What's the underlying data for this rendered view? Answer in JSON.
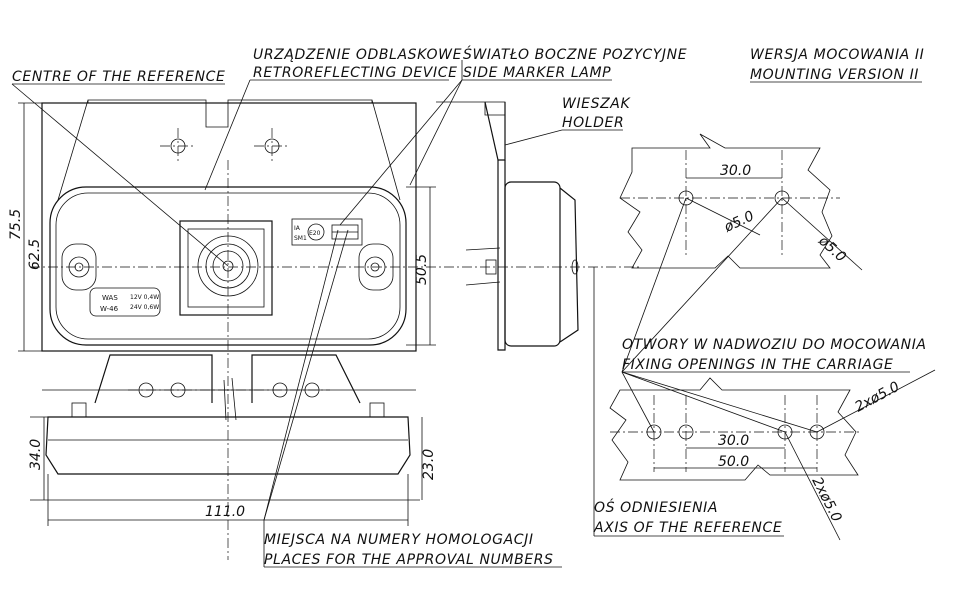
{
  "labels": {
    "reference_device_pl": "URZĄDZENIE ODBLASKOWE",
    "reference_device_en": "RETROREFLECTING DEVICE",
    "side_lamp_pl": "ŚWIATŁO BOCZNE POZYCYJNE",
    "side_lamp_en": "SIDE MARKER LAMP",
    "centre_reference": "CENTRE OF THE REFERENCE",
    "version_pl": "WERSJA MOCOWANIA II",
    "version_en": "MOUNTING VERSION II",
    "holder_pl": "WIESZAK",
    "holder_en": "HOLDER",
    "openings_pl": "OTWORY W NADWOZIU DO MOCOWANIA",
    "openings_en": "FIXING OPENINGS IN THE CARRIAGE",
    "axis_pl": "OŚ ODNIESIENIA",
    "axis_en": "AXIS OF THE REFERENCE",
    "approval_pl": "MIEJSCA NA NUMERY HOMOLOGACJI",
    "approval_en": "PLACES FOR THE APPROVAL NUMBERS"
  },
  "dimensions": {
    "height_total": "75.5",
    "height_lens": "62.5",
    "height_right": "50.5",
    "width_total": "111.0",
    "side_height": "34.0",
    "side_height_inner": "23.0",
    "hole_spacing_a": "30.0",
    "hole_diameter_a": "ø5.0",
    "hole_diameter_b": "ø5.0",
    "hole_spacing_b1": "30.0",
    "hole_spacing_b2": "50.0",
    "hole_diameter_c": "2xø5.0",
    "hole_diameter_d": "2xø5.0"
  },
  "marking": {
    "brand": "WAS",
    "model": "W-46",
    "rating_12": "12V 0,4W",
    "rating_24": "24V 0,6W",
    "ia": "IA",
    "sm": "SM1",
    "approval": "E20"
  }
}
